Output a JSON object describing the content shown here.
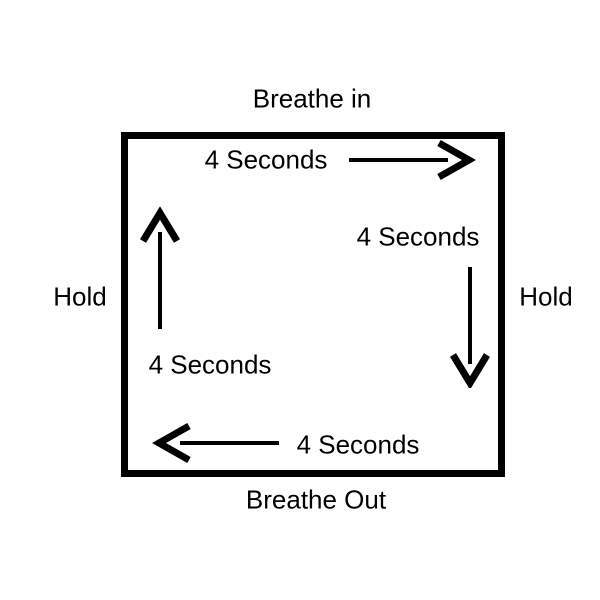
{
  "diagram": {
    "name": "box-breathing-cycle",
    "title_top": "Breathe in",
    "title_bottom": "Breathe Out",
    "left_hold_label": "Hold",
    "right_hold_label": "Hold",
    "sides": {
      "top": {
        "duration": "4 Seconds",
        "direction": "right",
        "phase": "Breathe in"
      },
      "right": {
        "duration": "4 Seconds",
        "direction": "down",
        "phase": "Hold"
      },
      "bottom": {
        "duration": "4 Seconds",
        "direction": "left",
        "phase": "Breathe Out"
      },
      "left": {
        "duration": "4 Seconds",
        "direction": "up",
        "phase": "Hold"
      }
    },
    "colors": {
      "ink": "#000000",
      "background": "#ffffff"
    }
  }
}
